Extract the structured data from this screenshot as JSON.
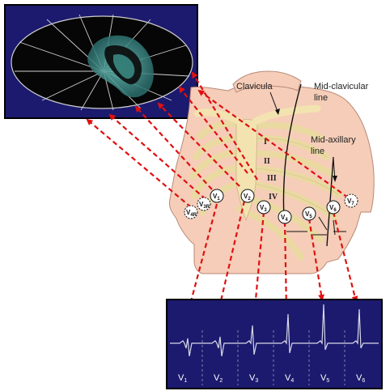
{
  "anatomy_labels": {
    "clavicula": "Clavicula",
    "mid_clavicular_1": "Mid-clavicular",
    "mid_clavicular_2": "line",
    "mid_axillary_1": "Mid-axillary",
    "mid_axillary_2": "line"
  },
  "ribs": [
    "I",
    "II",
    "III",
    "IV"
  ],
  "electrodes": [
    {
      "main": "V",
      "sub": "1"
    },
    {
      "main": "V",
      "sub": "2"
    },
    {
      "main": "V",
      "sub": "3"
    },
    {
      "main": "V",
      "sub": "4"
    },
    {
      "main": "V",
      "sub": "5"
    },
    {
      "main": "V",
      "sub": "6"
    },
    {
      "main": "V",
      "sub": "7"
    },
    {
      "main": "V",
      "sub": "3R"
    },
    {
      "main": "V",
      "sub": "4R"
    }
  ],
  "ecg_leads": [
    {
      "main": "V",
      "sub": "1"
    },
    {
      "main": "V",
      "sub": "2"
    },
    {
      "main": "V",
      "sub": "3"
    },
    {
      "main": "V",
      "sub": "4"
    },
    {
      "main": "V",
      "sub": "5"
    },
    {
      "main": "V",
      "sub": "6"
    }
  ],
  "colors": {
    "panel_bg": "#1c1a6e",
    "skin": "#f5cdb8",
    "bone": "#f3e3b0",
    "arrow": "#e01010",
    "trace": "#d8d8e8"
  }
}
